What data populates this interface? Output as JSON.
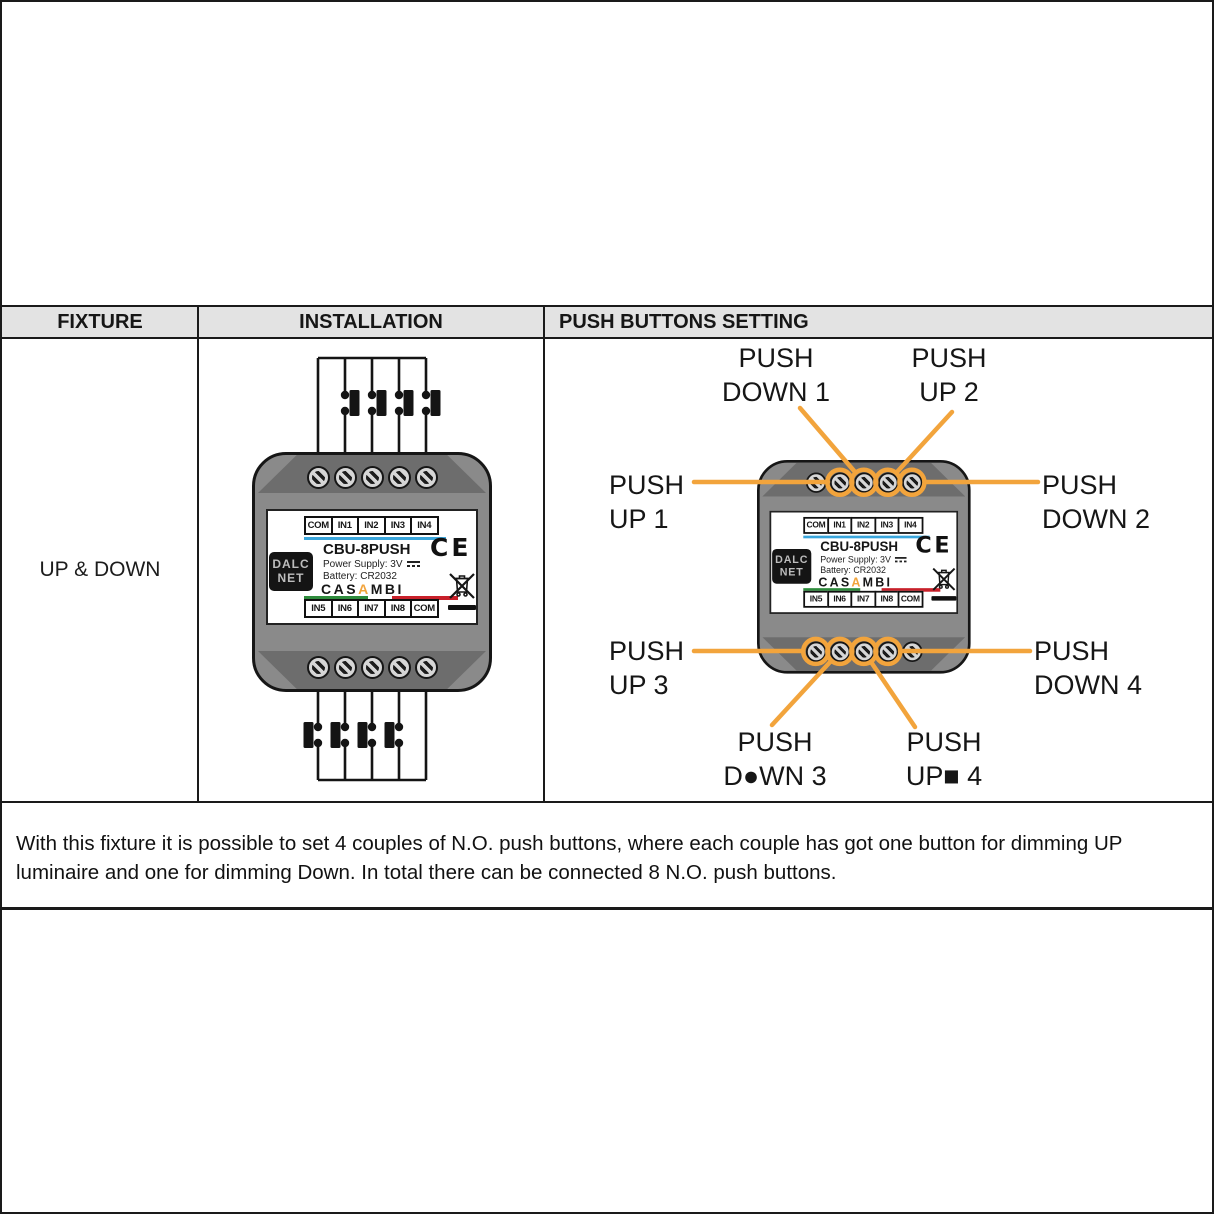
{
  "table": {
    "headers": [
      "FIXTURE",
      "INSTALLATION",
      "PUSH BUTTONS SETTING"
    ],
    "fixture_label": "UP & DOWN"
  },
  "device": {
    "model": "CBU-8PUSH",
    "power_supply": "Power Supply: 3V",
    "battery": "Battery: CR2032",
    "logo_line1": "DALC",
    "logo_line2": "NET",
    "brand": {
      "prefix": "CAS",
      "accent": "A",
      "suffix": "MBI"
    },
    "ce_mark": "CE",
    "terminals_top": [
      "COM",
      "IN1",
      "IN2",
      "IN3",
      "IN4"
    ],
    "terminals_bottom": [
      "IN5",
      "IN6",
      "IN7",
      "IN8",
      "COM"
    ]
  },
  "annotations": {
    "down1": [
      "PUSH",
      "DOWN 1"
    ],
    "up2": [
      "PUSH",
      "UP 2"
    ],
    "up1": [
      "PUSH",
      "UP 1"
    ],
    "down2": [
      "PUSH",
      "DOWN 2"
    ],
    "up3": [
      "PUSH",
      "UP 3"
    ],
    "down4": [
      "PUSH",
      "DOWN 4"
    ],
    "down3": [
      "PUSH",
      "D●WN 3"
    ],
    "up4": [
      "PUSH",
      "UP■ 4"
    ]
  },
  "description_lines": [
    "With this fixture it is possible to set 4 couples of N.O. push buttons, where each couple has got one button for dimming UP",
    "luminaire and one for dimming Down. In total there can be connected 8 N.O. push buttons."
  ],
  "icons": {
    "weee": "crossed-out-wheelie-bin",
    "dc_symbol": "direct-current",
    "screw": "terminal-screw"
  },
  "colors": {
    "annotation_orange": "#F2A43C",
    "terminal_blue": "#3AA6DC",
    "terminal_green": "#2E8B3C",
    "terminal_red": "#C8202A",
    "header_gray": "#E3E3E3",
    "device_gray": "#8A8A8A"
  }
}
